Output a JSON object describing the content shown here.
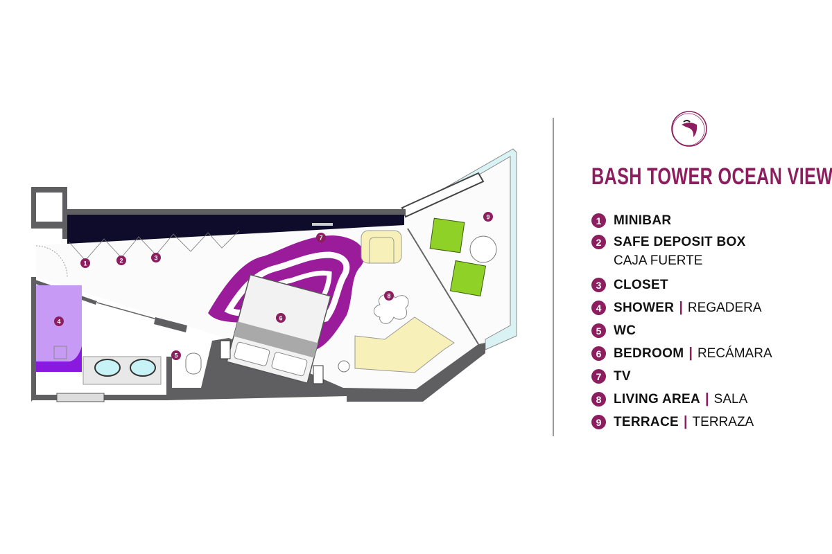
{
  "title": "BASH TOWER OCEAN VIEW",
  "legend": [
    {
      "num": "1",
      "en": "MINIBAR",
      "es": ""
    },
    {
      "num": "2",
      "en": "SAFE DEPOSIT BOX",
      "es": "CAJA FUERTE"
    },
    {
      "num": "3",
      "en": "CLOSET",
      "es": ""
    },
    {
      "num": "4",
      "en": "SHOWER",
      "es": "REGADERA"
    },
    {
      "num": "5",
      "en": "WC",
      "es": ""
    },
    {
      "num": "6",
      "en": "BEDROOM",
      "es": "RECÁMARA"
    },
    {
      "num": "7",
      "en": "TV",
      "es": ""
    },
    {
      "num": "8",
      "en": "LIVING AREA",
      "es": "SALA"
    },
    {
      "num": "9",
      "en": "TERRACE",
      "es": "TERRAZA"
    }
  ],
  "separator": "|",
  "colors": {
    "accent": "#8c1d5e",
    "rug": "#9b1c9b",
    "shower": "#c79af5",
    "sofa": "#f7f0b8",
    "cushion": "#8fd126",
    "wall": "#5f5f61",
    "closet": "#0e0b2b"
  }
}
